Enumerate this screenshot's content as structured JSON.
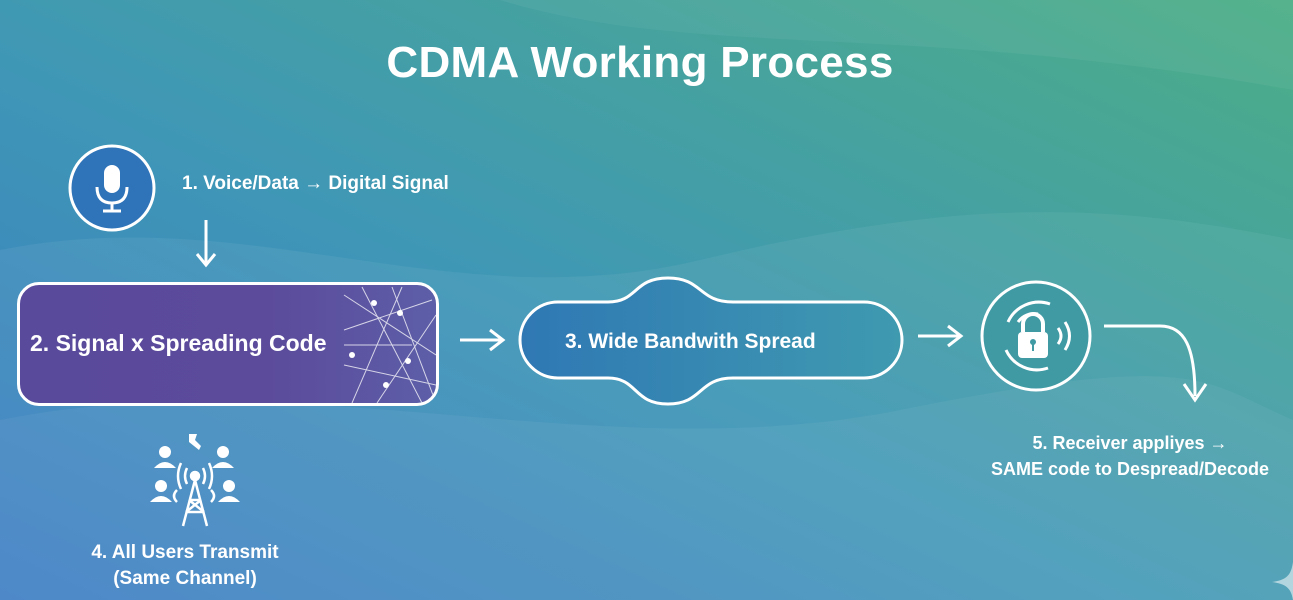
{
  "title": "CDMA Working Process",
  "steps": {
    "step1": "1. Voice/Data → Digital Signal",
    "step2": "2. Signal x Spreading Code",
    "step3": "3. Wide Bandwith Spread",
    "step4_line1": "4. All Users Transmit",
    "step4_line2": "(Same Channel)",
    "step5_line1": "5. Receiver appliyes →",
    "step5_line2": "SAME code to Despread/Decode"
  },
  "icons": [
    "microphone-icon",
    "arrow-down-icon",
    "spreading-code-lines",
    "arrow-right-icon",
    "wide-band-shape",
    "lock-signal-icon",
    "curved-arrow-icon",
    "users-tower-icon",
    "sparkle-icon"
  ],
  "colors": {
    "bg_blue": "#3f7fc0",
    "bg_teal": "#4aa6a8",
    "bg_green": "#4aaa84",
    "box_purple": "#5a4a9c",
    "stroke": "#ffffff"
  }
}
